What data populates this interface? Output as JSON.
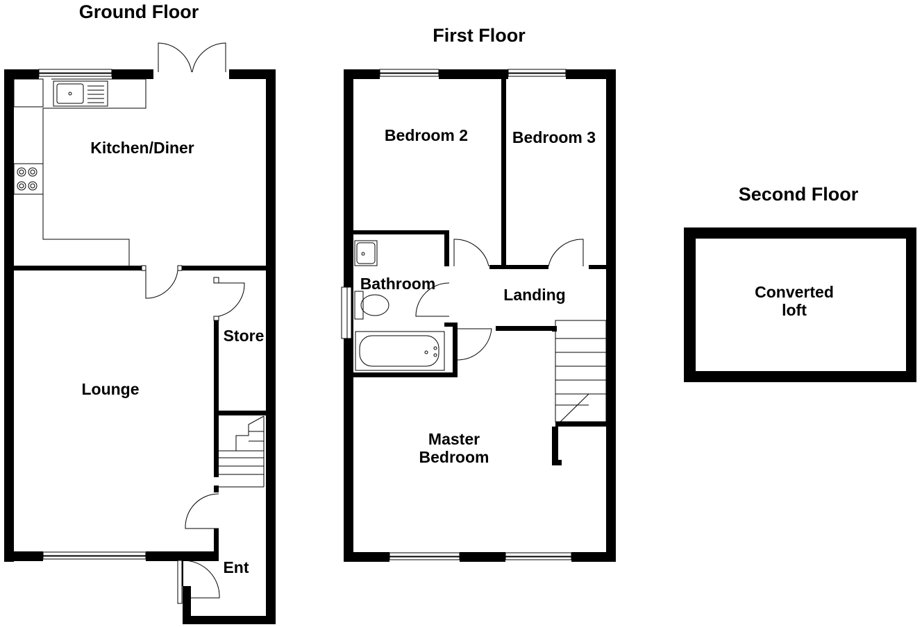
{
  "floors": {
    "ground": {
      "title": "Ground Floor",
      "rooms": {
        "kitchen": "Kitchen/Diner",
        "lounge": "Lounge",
        "store": "Store",
        "entrance": "Ent"
      }
    },
    "first": {
      "title": "First Floor",
      "rooms": {
        "bedroom2": "Bedroom 2",
        "bedroom3": "Bedroom 3",
        "bathroom": "Bathroom",
        "landing": "Landing",
        "master_line1": "Master",
        "master_line2": "Bedroom"
      }
    },
    "second": {
      "title": "Second Floor",
      "rooms": {
        "loft_line1": "Converted",
        "loft_line2": "loft"
      }
    }
  },
  "icons": [
    "sink-icon",
    "hob-icon",
    "staircase-icon",
    "door-swing-icon",
    "window-icon",
    "toilet-icon",
    "bath-icon",
    "basin-icon"
  ],
  "colors": {
    "walls": "#000000",
    "background": "#ffffff"
  }
}
